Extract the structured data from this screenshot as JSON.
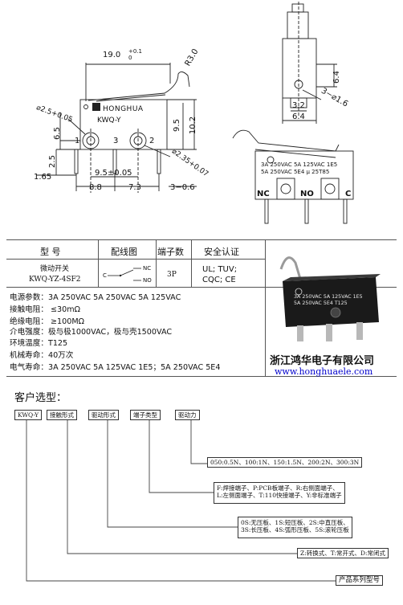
{
  "drawing": {
    "dim_top": "19.0",
    "dim_top_tol": "+0.1",
    "dim_top_tol2": "0",
    "radius": "R3.0",
    "brand": "HONGHUA",
    "model_mark": "KWQ-Y",
    "hole_dia": "⌀2.5+0.05",
    "pin_1": "1",
    "pin_3": "3",
    "pin_2": "2",
    "dim_9_5": "9.5",
    "dim_10_2": "10.2",
    "dim_2_5": "2.5",
    "dim_6_5": "6.5",
    "dim_1_65": "1.65",
    "dim_9_5b": "9.5±0.05",
    "dim_8_8": "8.8",
    "dim_7_3": "7.3",
    "dim_3_06": "3−0.6",
    "hole_dia2": "⌀2.35+0.07",
    "side_6_4a": "6.4",
    "side_3_2": "3.2",
    "side_6_4b": "6.4",
    "side_3_16": "3−⌀1.6",
    "rating_1": "3A 250VAC 5A 125VAC 1E5",
    "rating_2": "5A 250VAC 5E4 μ 25T85",
    "label_nc": "NC",
    "label_no": "NO",
    "label_c": "C"
  },
  "table": {
    "head_model": "型 号",
    "head_wiring": "配线图",
    "head_terminals": "端子数",
    "head_cert": "安全认证",
    "row_name": "微动开关",
    "row_model": "KWQ-YZ-4SF2",
    "wiring_c": "C",
    "wiring_nc": "NC",
    "wiring_no": "NO",
    "terminals": "3P",
    "cert_1": "UL; TUV;",
    "cert_2": "CQC; CE"
  },
  "specs": [
    "电源参数：3A 250VAC 5A 250VAC  5A 125VAC",
    "接触电阻：  ≤30mΩ",
    "绝缘电阻：  ≥100MΩ",
    "介电强度：极与极1000VAC，极与壳1500VAC",
    "环境温度：T125",
    "机械寿命：40万次",
    "电气寿命：3A 250VAC 5A 125VAC  1E5；5A 250VAC 5E4"
  ],
  "photo": {
    "rating_1": "3A 250VAC 5A 125VAC 1E5",
    "rating_2": "5A 250VAC 5E4   T125"
  },
  "company": {
    "name": "浙江鸿华电子有限公司",
    "url": "www.honghuaele.com"
  },
  "selection": {
    "title": "客户选型：",
    "code": "KWQ-Y",
    "opt_contact": "接触形式",
    "opt_drive": "驱动形式",
    "opt_terminal": "端子类型",
    "opt_force": "驱动力",
    "force_values": "050:0.5N、100:1N、150:1.5N、200:2N、300:3N",
    "terminal_line1": "F:焊接端子、P:PCB板端子、R:右侧面端子、",
    "terminal_line2": "L:左侧面端子、T:110快接端子、Y:非标准端子",
    "drive_line1": "0S:无压板、1S:短压板、2S:中直压板、",
    "drive_line2": "3S:长压板、4S:弧形压板、5S:滚轮压板",
    "contact_values": "Z:转换式、T:常开式、D:常闭式",
    "series_label": "产品系列型号"
  },
  "colors": {
    "line": "#222222",
    "blue": "#0000cc",
    "switch_body": "#1a1a1a"
  }
}
